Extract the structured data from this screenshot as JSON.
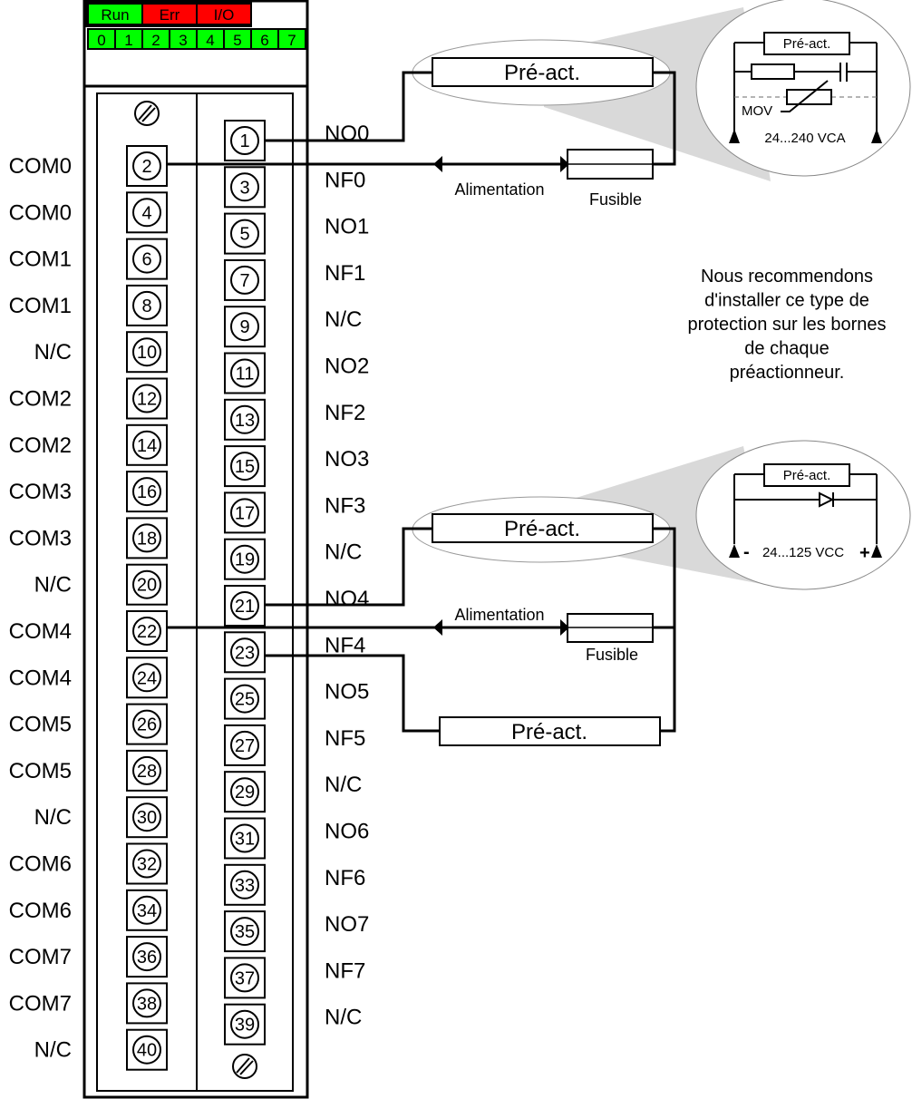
{
  "module": {
    "status_leds": [
      {
        "label": "Run",
        "color": "#00ff00"
      },
      {
        "label": "Err",
        "color": "#ff0000"
      },
      {
        "label": "I/O",
        "color": "#ff0000"
      }
    ],
    "channel_leds": [
      {
        "label": "0",
        "color": "#00ff00"
      },
      {
        "label": "1",
        "color": "#00ff00"
      },
      {
        "label": "2",
        "color": "#00ff00"
      },
      {
        "label": "3",
        "color": "#00ff00"
      },
      {
        "label": "4",
        "color": "#00ff00"
      },
      {
        "label": "5",
        "color": "#00ff00"
      },
      {
        "label": "6",
        "color": "#00ff00"
      },
      {
        "label": "7",
        "color": "#00ff00"
      }
    ]
  },
  "terminals": {
    "left": [
      {
        "number": "2",
        "label": "COM0"
      },
      {
        "number": "4",
        "label": "COM0"
      },
      {
        "number": "6",
        "label": "COM1"
      },
      {
        "number": "8",
        "label": "COM1"
      },
      {
        "number": "10",
        "label": "N/C"
      },
      {
        "number": "12",
        "label": "COM2"
      },
      {
        "number": "14",
        "label": "COM2"
      },
      {
        "number": "16",
        "label": "COM3"
      },
      {
        "number": "18",
        "label": "COM3"
      },
      {
        "number": "20",
        "label": "N/C"
      },
      {
        "number": "22",
        "label": "COM4"
      },
      {
        "number": "24",
        "label": "COM4"
      },
      {
        "number": "26",
        "label": "COM5"
      },
      {
        "number": "28",
        "label": "COM5"
      },
      {
        "number": "30",
        "label": "N/C"
      },
      {
        "number": "32",
        "label": "COM6"
      },
      {
        "number": "34",
        "label": "COM6"
      },
      {
        "number": "36",
        "label": "COM7"
      },
      {
        "number": "38",
        "label": "COM7"
      },
      {
        "number": "40",
        "label": "N/C"
      }
    ],
    "right": [
      {
        "number": "1",
        "label": "NO0"
      },
      {
        "number": "3",
        "label": "NF0"
      },
      {
        "number": "5",
        "label": "NO1"
      },
      {
        "number": "7",
        "label": "NF1"
      },
      {
        "number": "9",
        "label": "N/C"
      },
      {
        "number": "11",
        "label": "NO2"
      },
      {
        "number": "13",
        "label": "NF2"
      },
      {
        "number": "15",
        "label": "NO3"
      },
      {
        "number": "17",
        "label": "NF3"
      },
      {
        "number": "19",
        "label": "N/C"
      },
      {
        "number": "21",
        "label": "NO4"
      },
      {
        "number": "23",
        "label": "NF4"
      },
      {
        "number": "25",
        "label": "NO5"
      },
      {
        "number": "27",
        "label": "NF5"
      },
      {
        "number": "29",
        "label": "N/C"
      },
      {
        "number": "31",
        "label": "NO6"
      },
      {
        "number": "33",
        "label": "NF6"
      },
      {
        "number": "35",
        "label": "NO7"
      },
      {
        "number": "37",
        "label": "NF7"
      },
      {
        "number": "39",
        "label": "N/C"
      }
    ]
  },
  "wiring": {
    "circuit_ac": {
      "preact_label": "Pré-act.",
      "supply_label": "Alimentation",
      "fuse_label": "Fusible"
    },
    "circuit_dc": {
      "preact_label": "Pré-act.",
      "supply_label": "Alimentation",
      "fuse_label": "Fusible",
      "preact2_label": "Pré-act."
    }
  },
  "zoom_ac": {
    "preact_label": "Pré-act.",
    "mov_label": "MOV",
    "voltage_label": "24...240 VCA"
  },
  "zoom_dc": {
    "preact_label": "Pré-act.",
    "minus_label": "-",
    "voltage_label": "24...125 VCC",
    "plus_label": "+"
  },
  "note": {
    "lines": [
      "Nous recommendons",
      "d'installer ce type de",
      "protection sur les bornes",
      "de chaque",
      "préactionneur."
    ]
  }
}
